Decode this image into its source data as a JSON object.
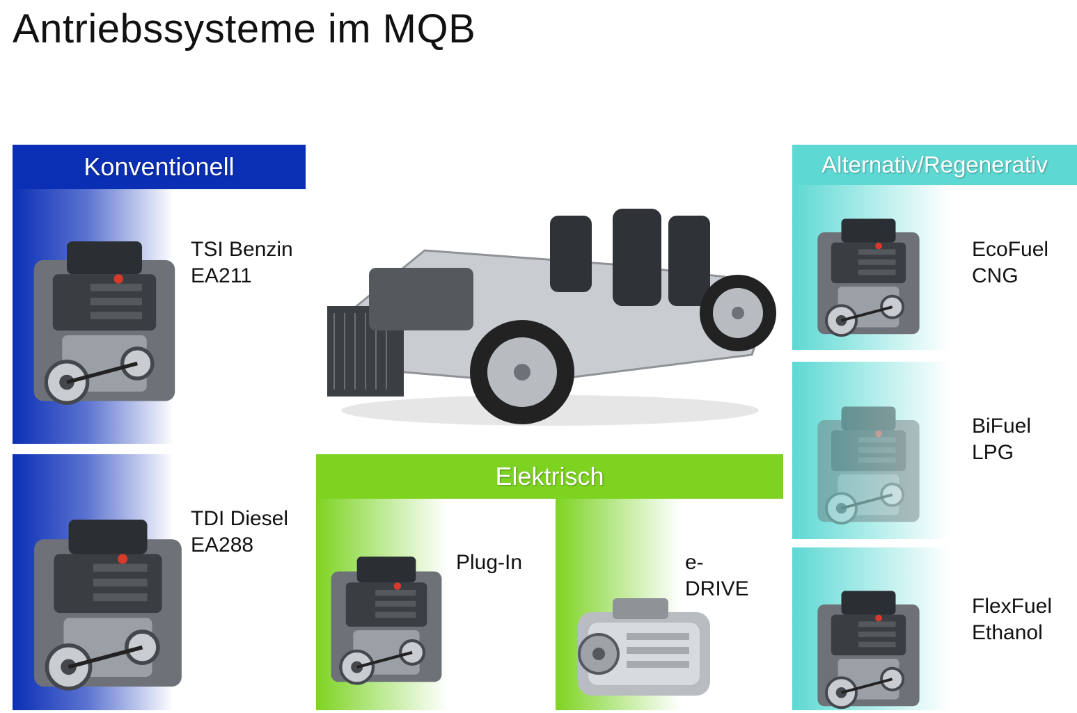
{
  "title": "Antriebssysteme im MQB",
  "colors": {
    "konventionell": "#0a2fb4",
    "elektrisch": "#7ed321",
    "alternativ": "#5ed8d3"
  },
  "groups": {
    "konventionell": {
      "header": "Konventionell",
      "items": [
        {
          "line1": "TSI Benzin",
          "line2": "EA211",
          "icon": "engine-icon"
        },
        {
          "line1": "TDI Diesel",
          "line2": "EA288",
          "icon": "engine-icon"
        }
      ]
    },
    "elektrisch": {
      "header": "Elektrisch",
      "items": [
        {
          "line1": "Plug-In",
          "icon": "engine-icon"
        },
        {
          "line1": "e-",
          "line2": "DRIVE",
          "icon": "electric-motor-icon"
        }
      ]
    },
    "alternativ": {
      "header": "Alternativ/Regenerativ",
      "items": [
        {
          "line1": "EcoFuel",
          "line2": "CNG",
          "icon": "engine-icon"
        },
        {
          "line1": "BiFuel",
          "line2": "LPG",
          "icon": "engine-icon"
        },
        {
          "line1": "FlexFuel",
          "line2": "Ethanol",
          "icon": "engine-icon"
        }
      ]
    }
  },
  "center_image": "car-chassis-icon"
}
